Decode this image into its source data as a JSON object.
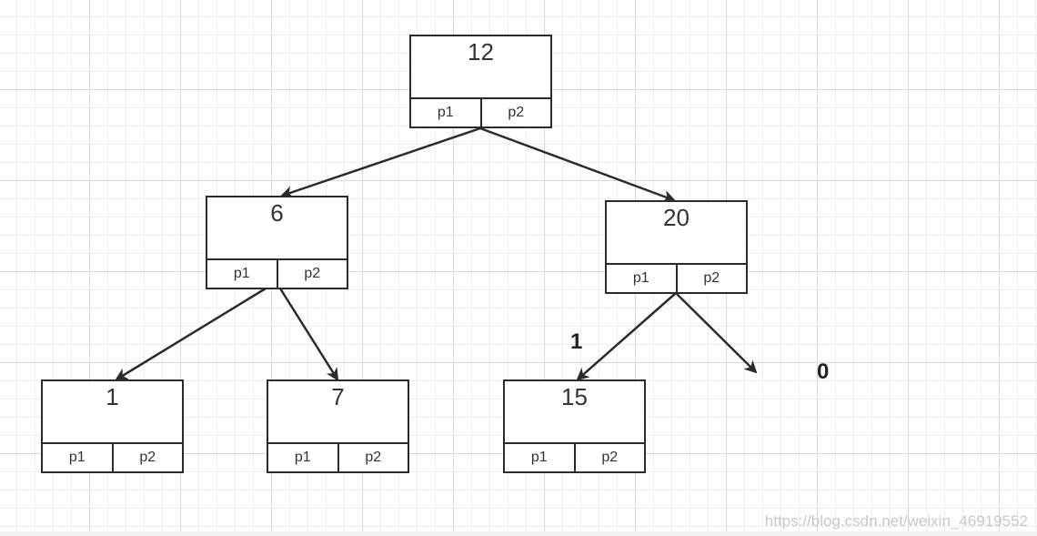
{
  "nodes": [
    {
      "value": "12",
      "p1": "p1",
      "p2": "p2"
    },
    {
      "value": "6",
      "p1": "p1",
      "p2": "p2"
    },
    {
      "value": "20",
      "p1": "p1",
      "p2": "p2"
    },
    {
      "value": "1",
      "p1": "p1",
      "p2": "p2"
    },
    {
      "value": "7",
      "p1": "p1",
      "p2": "p2"
    },
    {
      "value": "15",
      "p1": "p1",
      "p2": "p2"
    }
  ],
  "edge_labels": [
    "1",
    "0"
  ],
  "watermark": "https://blog.csdn.net/weixin_46919552",
  "colors": {
    "stroke": "#2b2b2b",
    "grid_major": "#d9d9d9",
    "grid_minor": "#eeeeee",
    "watermark": "#c8c8c8"
  }
}
